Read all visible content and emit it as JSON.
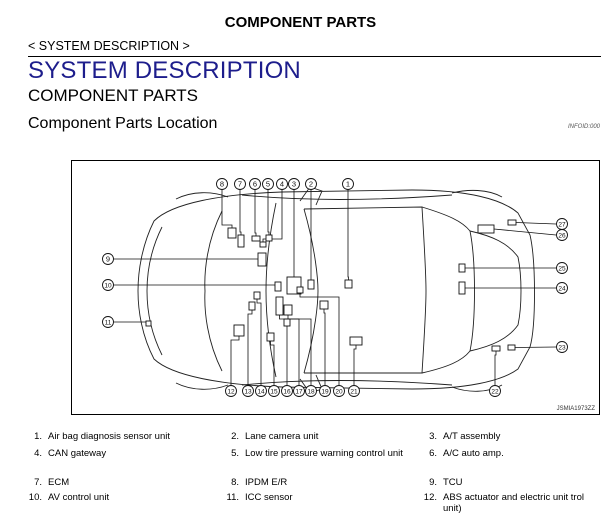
{
  "header": {
    "title": "COMPONENT PARTS"
  },
  "breadcrumb": "< SYSTEM DESCRIPTION >",
  "section_title": "SYSTEM DESCRIPTION",
  "subsection_title": "COMPONENT PARTS",
  "location_title": "Component Parts Location",
  "info_id": "INFOID:000",
  "figure": {
    "id": "JSMIA1973ZZ",
    "callouts": [
      "1",
      "2",
      "3",
      "4",
      "5",
      "6",
      "7",
      "8",
      "9",
      "10",
      "11",
      "12",
      "13",
      "14",
      "15",
      "16",
      "17",
      "18",
      "19",
      "20",
      "21",
      "22",
      "23",
      "24",
      "25",
      "26",
      "27"
    ]
  },
  "legend": [
    {
      "num": "1.",
      "text": "Air bag diagnosis sensor unit"
    },
    {
      "num": "2.",
      "text": "Lane camera unit"
    },
    {
      "num": "3.",
      "text": "A/T assembly"
    },
    {
      "num": "4.",
      "text": "CAN gateway"
    },
    {
      "num": "5.",
      "text": "Low tire pressure warning control unit"
    },
    {
      "num": "6.",
      "text": "A/C auto amp."
    },
    {
      "num": "7.",
      "text": "ECM"
    },
    {
      "num": "8.",
      "text": "IPDM E/R"
    },
    {
      "num": "9.",
      "text": "TCU"
    },
    {
      "num": "10.",
      "text": "AV control unit"
    },
    {
      "num": "11.",
      "text": "ICC sensor"
    },
    {
      "num": "12.",
      "text": "ABS actuator and electric unit trol unit)"
    }
  ]
}
